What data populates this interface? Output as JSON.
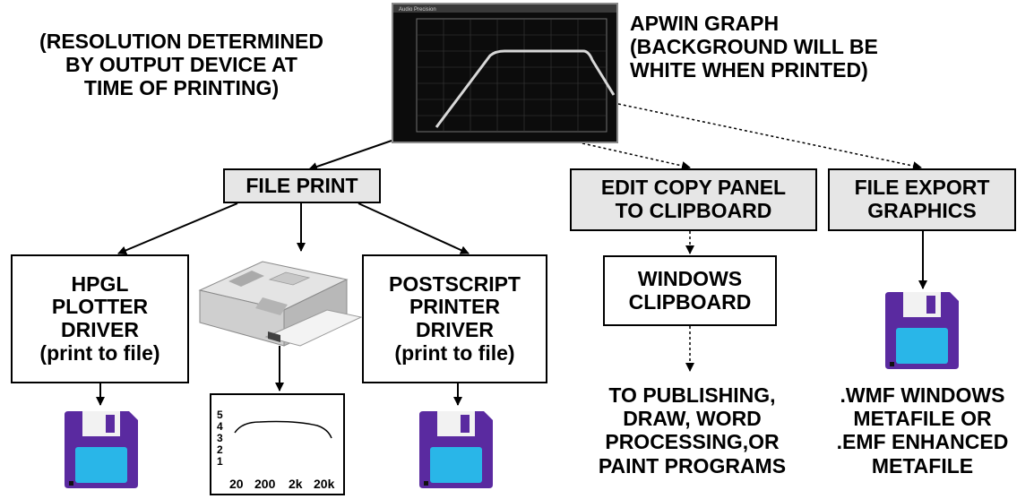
{
  "resolution_note": [
    "(RESOLUTION DETERMINED",
    "BY OUTPUT DEVICE AT",
    "TIME OF PRINTING)"
  ],
  "apwin_note": [
    "APWIN GRAPH",
    "(BACKGROUND WILL BE",
    "WHITE WHEN PRINTED)"
  ],
  "screen_title": "Audio Precision",
  "file_print": "FILE PRINT",
  "edit_copy": [
    "EDIT COPY PANEL",
    "TO CLIPBOARD"
  ],
  "file_export": [
    "FILE EXPORT",
    "GRAPHICS"
  ],
  "hpgl": [
    "HPGL",
    "PLOTTER",
    "DRIVER",
    "(print to file)"
  ],
  "postscript": [
    "POSTSCRIPT",
    "PRINTER",
    "DRIVER",
    "(print to file)"
  ],
  "windows_clipboard": [
    "WINDOWS",
    "CLIPBOARD"
  ],
  "to_publishing": [
    "TO PUBLISHING,",
    "DRAW, WORD",
    "PROCESSING,OR",
    "PAINT PROGRAMS"
  ],
  "wmf_note": [
    ".WMF WINDOWS",
    "METAFILE  OR",
    ".EMF ENHANCED",
    "METAFILE"
  ],
  "mini_chart": {
    "y_ticks": [
      "5",
      "4",
      "3",
      "2",
      "1"
    ],
    "x_ticks": [
      "20",
      "200",
      "2k",
      "20k"
    ]
  },
  "colors": {
    "box_fill": "#e6e6e6",
    "floppy_body": "#5a2aa0",
    "floppy_label": "#29b6e8",
    "screen_bg": "#0c0c0c"
  }
}
